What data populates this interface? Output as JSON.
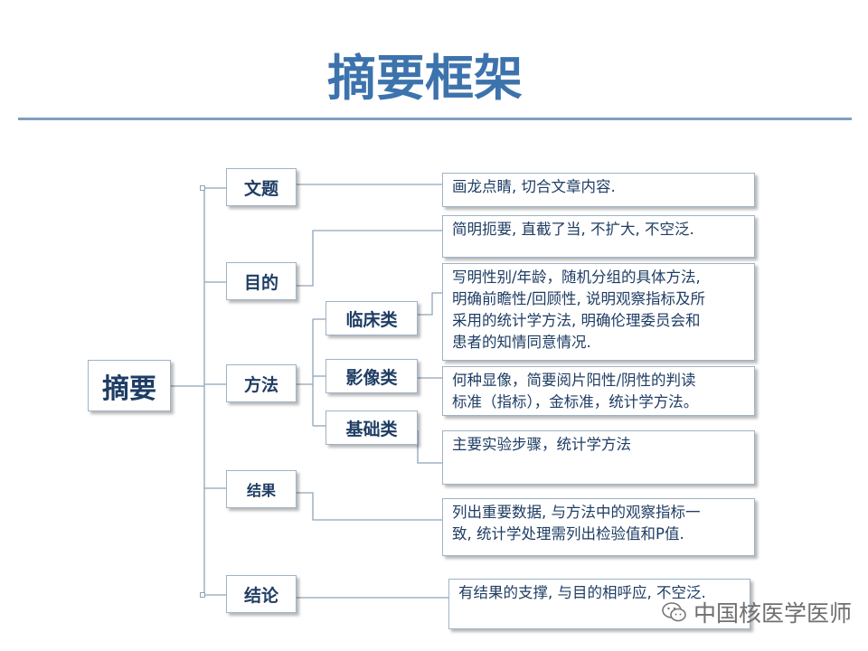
{
  "title": "摘要框架",
  "root": {
    "label": "摘要"
  },
  "categories": [
    {
      "label": "文题"
    },
    {
      "label": "目的"
    },
    {
      "label": "方法"
    },
    {
      "label": "结果"
    },
    {
      "label": "结论"
    }
  ],
  "method_subs": [
    {
      "label": "临床类"
    },
    {
      "label": "影像类"
    },
    {
      "label": "基础类"
    }
  ],
  "descriptions": [
    {
      "lines": [
        "画龙点睛, 切合文章内容."
      ]
    },
    {
      "lines": [
        "简明扼要, 直截了当, 不扩大, 不空泛."
      ]
    },
    {
      "lines": [
        "写明性别/年龄，随机分组的具体方法,",
        "明确前瞻性/回顾性, 说明观察指标及所",
        "采用的统计学方法, 明确伦理委员会和",
        "患者的知情同意情况."
      ]
    },
    {
      "lines": [
        "何种显像，简要阅片阳性/阴性的判读",
        "标准（指标），金标准，统计学方法。"
      ]
    },
    {
      "lines": [
        "主要实验步骤，统计学方法"
      ]
    },
    {
      "lines": [
        "列出重要数据, 与方法中的观察指标一",
        "致, 统计学处理需列出检验值和P值."
      ]
    },
    {
      "lines": [
        "有结果的支撑, 与目的相呼应, 不空泛."
      ]
    }
  ],
  "watermark": {
    "text": "中国核医学医师",
    "icon": "wechat-icon"
  }
}
